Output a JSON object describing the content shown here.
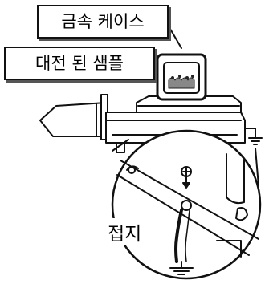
{
  "labels": {
    "metal_case": "금속 케이스",
    "charged_sample": "대전 된 샘플",
    "ground": "접지"
  }
}
